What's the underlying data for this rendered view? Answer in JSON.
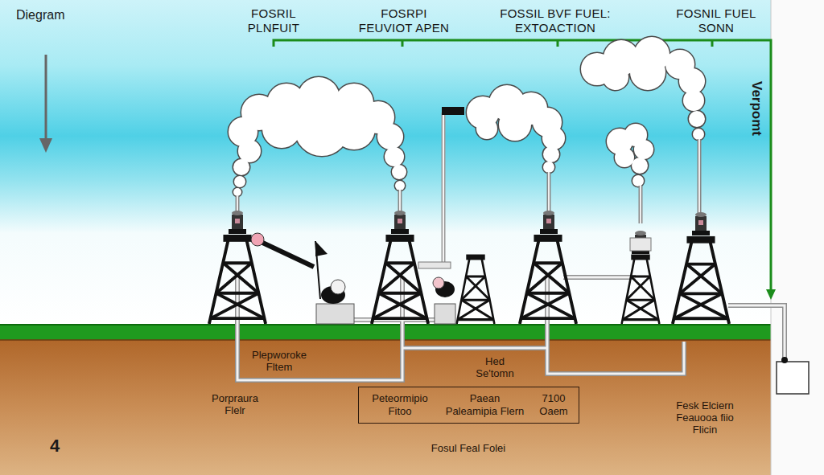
{
  "diagram": {
    "title": "Diegram",
    "nodes": [
      {
        "text": [
          "Peteormipio Fitoo",
          "Paean Paleamipia Flern",
          "7100 Oaem"
        ]
      }
    ],
    "labels": [
      "FOSRIL PLNFUIT",
      "FOSRPI FEUVIOT APEN",
      "FOSSIL BVF FUEL: EXTOACTION",
      "FOSNIL FUEL SONN",
      "Verpomt",
      "Plepworoke Fltem",
      "Porpraura Flelr",
      "Hed Se'tomn",
      "Fosul Feal Folei",
      "Fesk Elciern Feauooa fiio Flicin",
      "4"
    ]
  }
}
